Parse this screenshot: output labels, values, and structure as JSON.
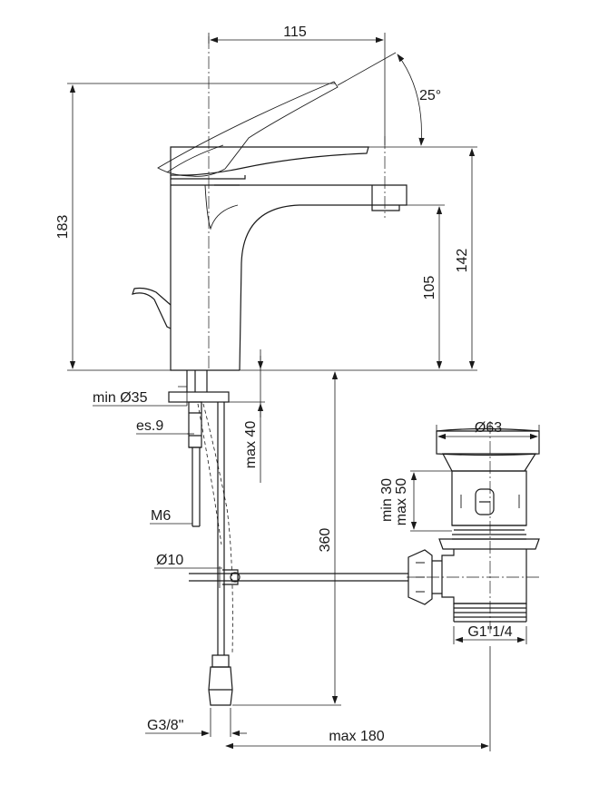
{
  "labels": {
    "width_115": "115",
    "angle_25": "25°",
    "height_183": "183",
    "height_142": "142",
    "height_105": "105",
    "min_d35": "min Ø35",
    "es9": "es.9",
    "max40": "max 40",
    "m6": "M6",
    "d10": "Ø10",
    "len_360": "360",
    "d63": "Ø63",
    "min30": "min 30",
    "max50": "max 50",
    "g1_1_4": "G1\"1/4",
    "g3_8": "G3/8\"",
    "max180": "max 180"
  }
}
